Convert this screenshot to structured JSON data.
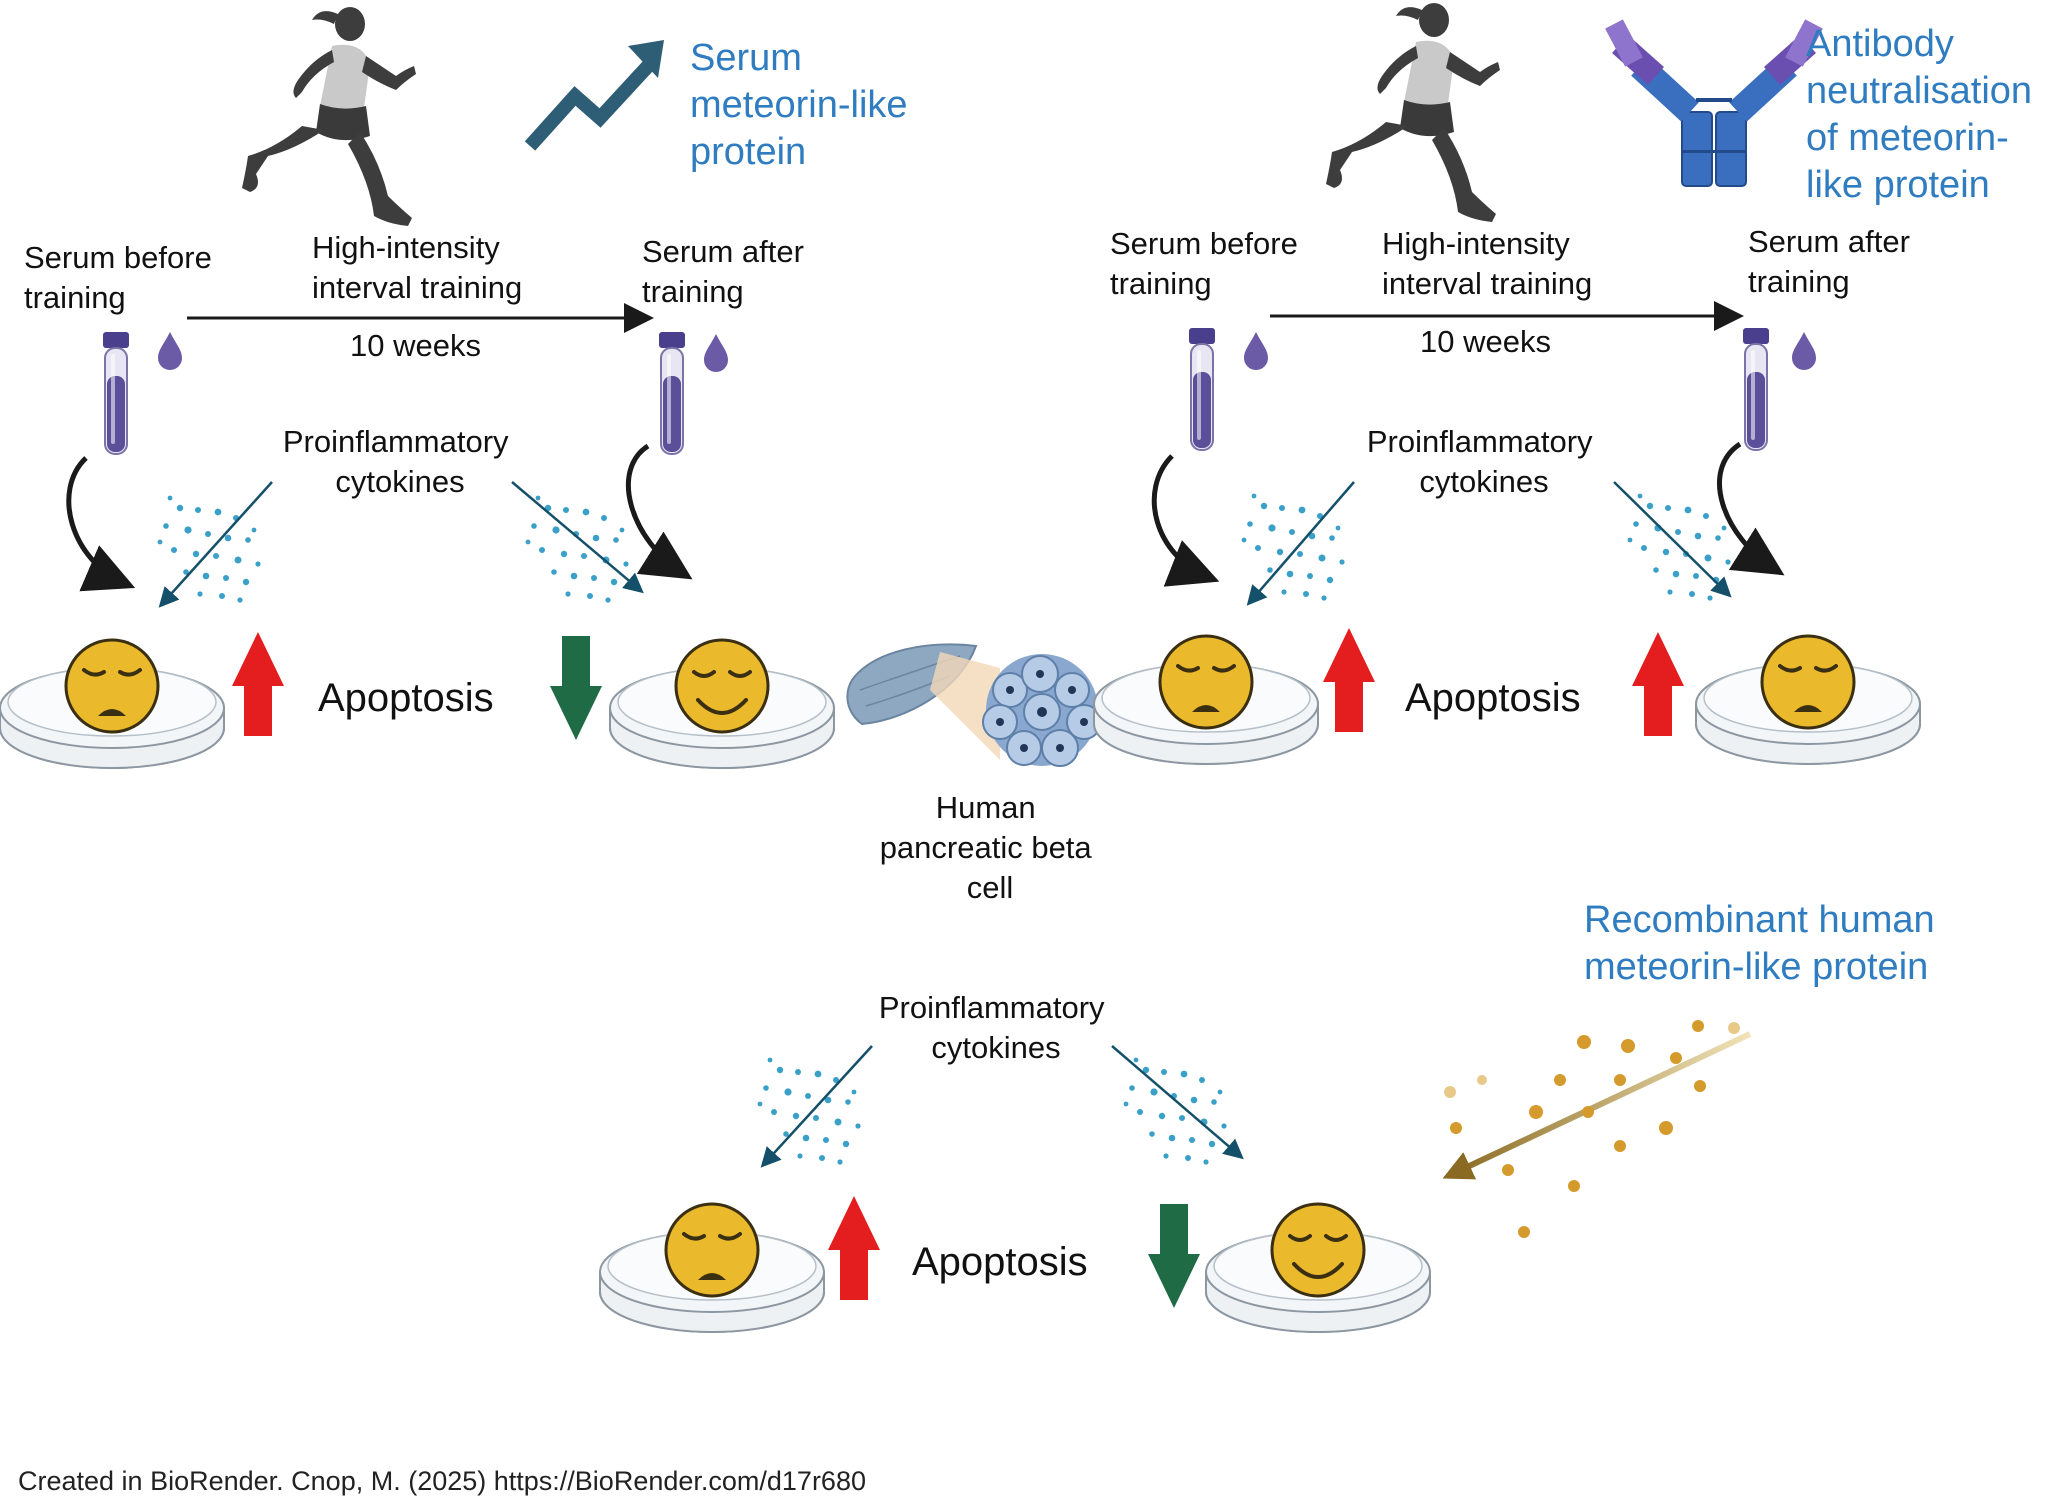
{
  "panel_left": {
    "serum_before": [
      "Serum before",
      "training"
    ],
    "training": [
      "High-intensity",
      "interval training"
    ],
    "duration": "10 weeks",
    "serum_after": [
      "Serum after",
      "training"
    ],
    "cytokines": [
      "Proinflammatory",
      "cytokines"
    ],
    "apoptosis": "Apoptosis",
    "serum_note": [
      "Serum",
      "meteorin-like",
      "protein"
    ]
  },
  "panel_right": {
    "serum_before": [
      "Serum before",
      "training"
    ],
    "training": [
      "High-intensity",
      "interval training"
    ],
    "duration": "10 weeks",
    "serum_after": [
      "Serum after",
      "training"
    ],
    "cytokines": [
      "Proinflammatory",
      "cytokines"
    ],
    "apoptosis": "Apoptosis",
    "antibody_note": [
      "Antibody",
      "neutralisation",
      "of meteorin-",
      "like protein"
    ]
  },
  "center": {
    "cell_label": [
      "Human",
      "pancreatic beta",
      "cell"
    ]
  },
  "panel_bottom": {
    "cytokines": [
      "Proinflammatory",
      "cytokines"
    ],
    "apoptosis": "Apoptosis",
    "recombinant": [
      "Recombinant human",
      "meteorin-like  protein"
    ]
  },
  "credit": "Created in BioRender. Cnop, M. (2025) https://BioRender.com/d17r680",
  "colors": {
    "up_arrow": "#e41e1e",
    "down_arrow": "#1f6b46",
    "blue_text": "#2f7cc0",
    "face": "#eab92c",
    "tube": "#5b4f9a"
  }
}
